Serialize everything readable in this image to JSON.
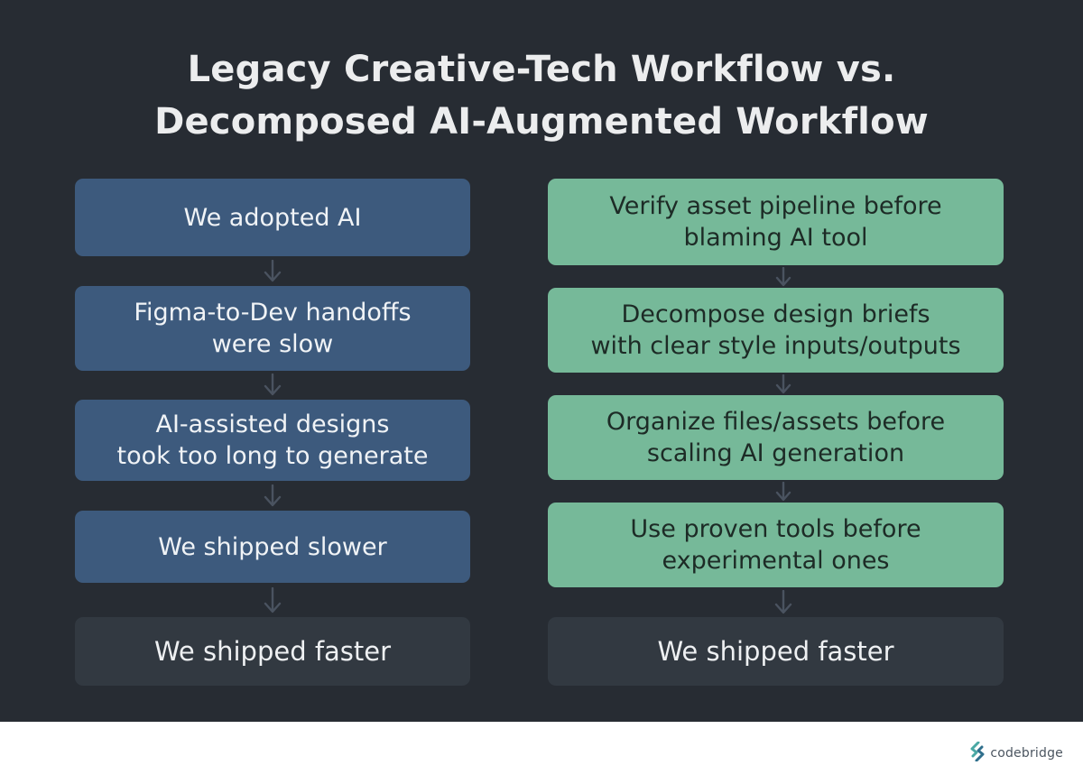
{
  "title": {
    "line1": "Legacy Creative-Tech Workflow vs.",
    "line2": "Decomposed AI-Augmented Workflow"
  },
  "left_column": {
    "steps": [
      {
        "lines": [
          "We adopted AI"
        ]
      },
      {
        "lines": [
          "Figma-to-Dev handoffs",
          "were slow"
        ]
      },
      {
        "lines": [
          "AI-assisted designs",
          "took too long to generate"
        ]
      },
      {
        "lines": [
          "We shipped slower"
        ]
      }
    ],
    "result": "We shipped faster"
  },
  "right_column": {
    "steps": [
      {
        "lines": [
          "Verify asset pipeline before",
          "blaming AI tool"
        ]
      },
      {
        "lines": [
          "Decompose design briefs",
          "with clear style inputs/outputs"
        ]
      },
      {
        "lines": [
          "Organize files/assets before",
          "scaling AI generation"
        ]
      },
      {
        "lines": [
          "Use proven tools before",
          "experimental ones"
        ]
      }
    ],
    "result": "We shipped faster"
  },
  "colors": {
    "background": "#272c33",
    "legacy_box": "#3d5a7d",
    "ai_box": "#76b999",
    "result_box": "#323941",
    "arrow": "#4a5360"
  },
  "logo": {
    "icon": "codebridge-logo-icon",
    "text": "codebridge"
  }
}
